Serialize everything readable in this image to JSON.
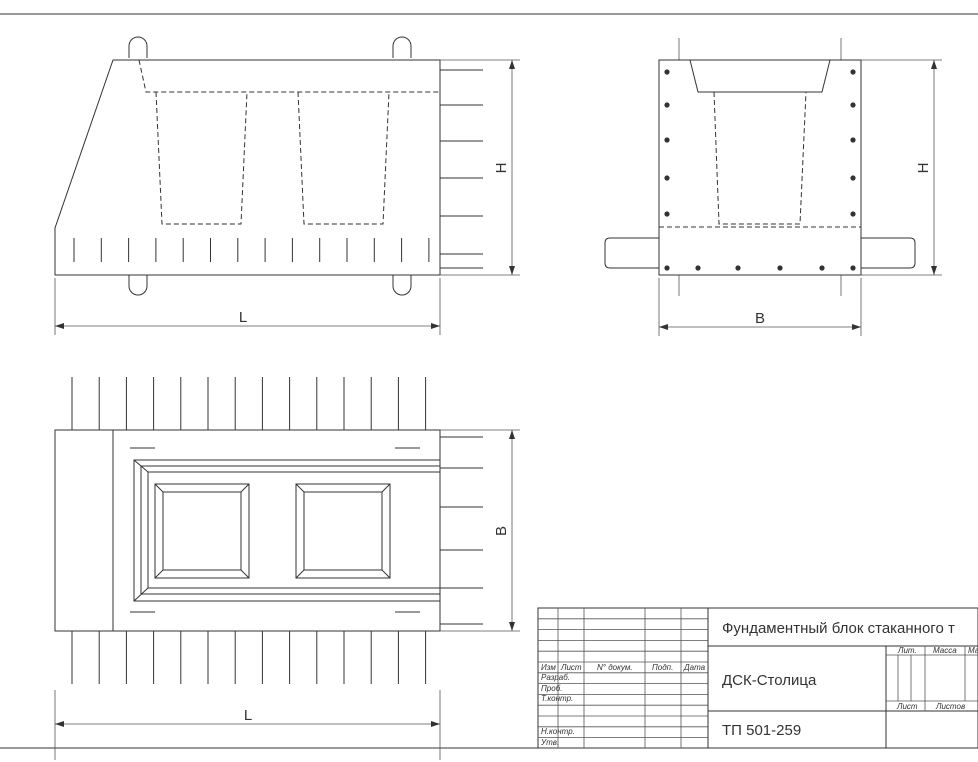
{
  "dimensions": {
    "front_length": "L",
    "front_height": "H",
    "side_width": "B",
    "side_height": "H",
    "plan_width": "B",
    "plan_length": "L"
  },
  "title_block": {
    "title": "Фундаментный блок стаканного т",
    "organization": "ДСК-Столица",
    "document_code": "ТП 501-259",
    "columns": {
      "izm": "Изм",
      "list": "Лист",
      "doc_no": "N° докум.",
      "sign": "Подп.",
      "date": "Дата"
    },
    "rows": {
      "developed": "Разраб.",
      "checked": "Проб.",
      "tech_control": "Т.контр.",
      "norm_control": "Н.контр.",
      "approved": "Утв."
    },
    "right_headers": {
      "lit": "Лит.",
      "mass": "Масса",
      "scale": "Ма",
      "sheet": "Лист",
      "sheets": "Листов"
    }
  }
}
